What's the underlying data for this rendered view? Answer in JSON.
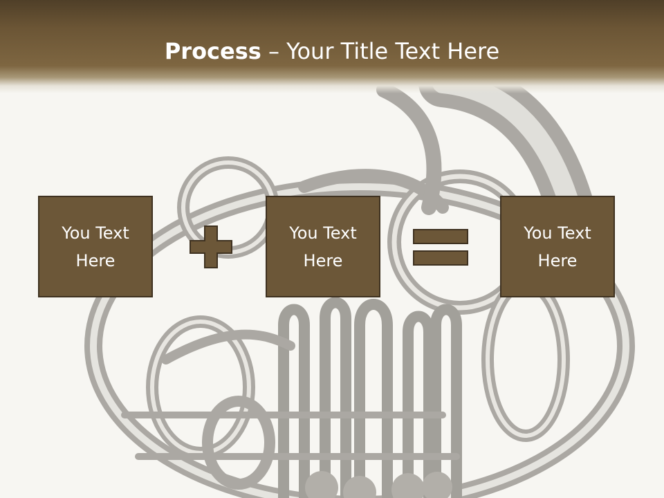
{
  "slide": {
    "title_strong": "Process",
    "title_rest": " – Your Title Text Here",
    "boxes": [
      {
        "label": "You Text Here"
      },
      {
        "label": "You Text Here"
      },
      {
        "label": "You Text Here"
      }
    ],
    "operators": [
      "plus",
      "equals"
    ],
    "background_image": "french-horn-photo"
  },
  "colors": {
    "title_bar": "#7e6641",
    "box_fill": "#6c5738",
    "box_border": "#3e3120",
    "text": "#ffffff",
    "background": "#f7f6f2"
  }
}
